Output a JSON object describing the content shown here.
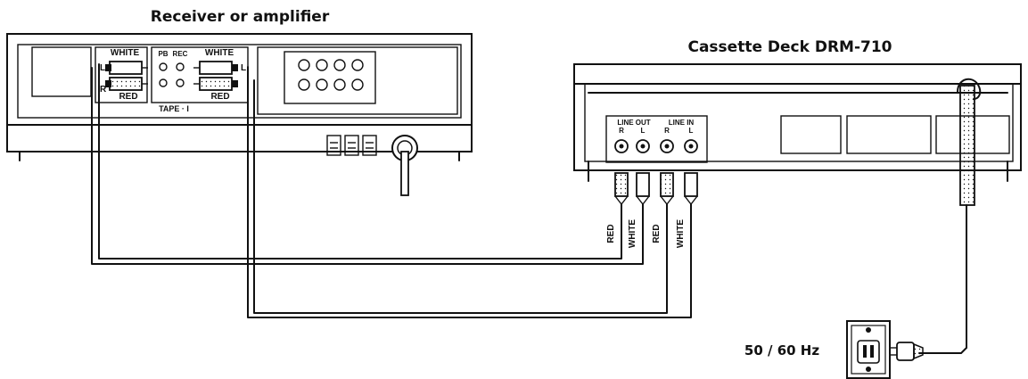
{
  "labels": {
    "receiver_title": "Receiver or amplifier",
    "deck_title": "Cassette Deck DRM-710",
    "frequency": "50 / 60 Hz"
  },
  "receiver": {
    "white_left": "WHITE",
    "white_right": "WHITE",
    "l_left": "L",
    "l_right": "L",
    "r_left": "R",
    "red_left": "RED",
    "red_right": "RED",
    "pb": "PB",
    "rec": "REC",
    "tape": "TAPE · I"
  },
  "deck": {
    "line_out": "LINE OUT",
    "line_in": "LINE IN",
    "jack_r1": "R",
    "jack_l1": "L",
    "jack_r2": "R",
    "jack_l2": "L"
  },
  "cables": {
    "red_1": "RED",
    "white_1": "WHITE",
    "red_2": "RED",
    "white_2": "WHITE"
  },
  "colors": {
    "stroke": "#111111",
    "background": "#ffffff"
  }
}
